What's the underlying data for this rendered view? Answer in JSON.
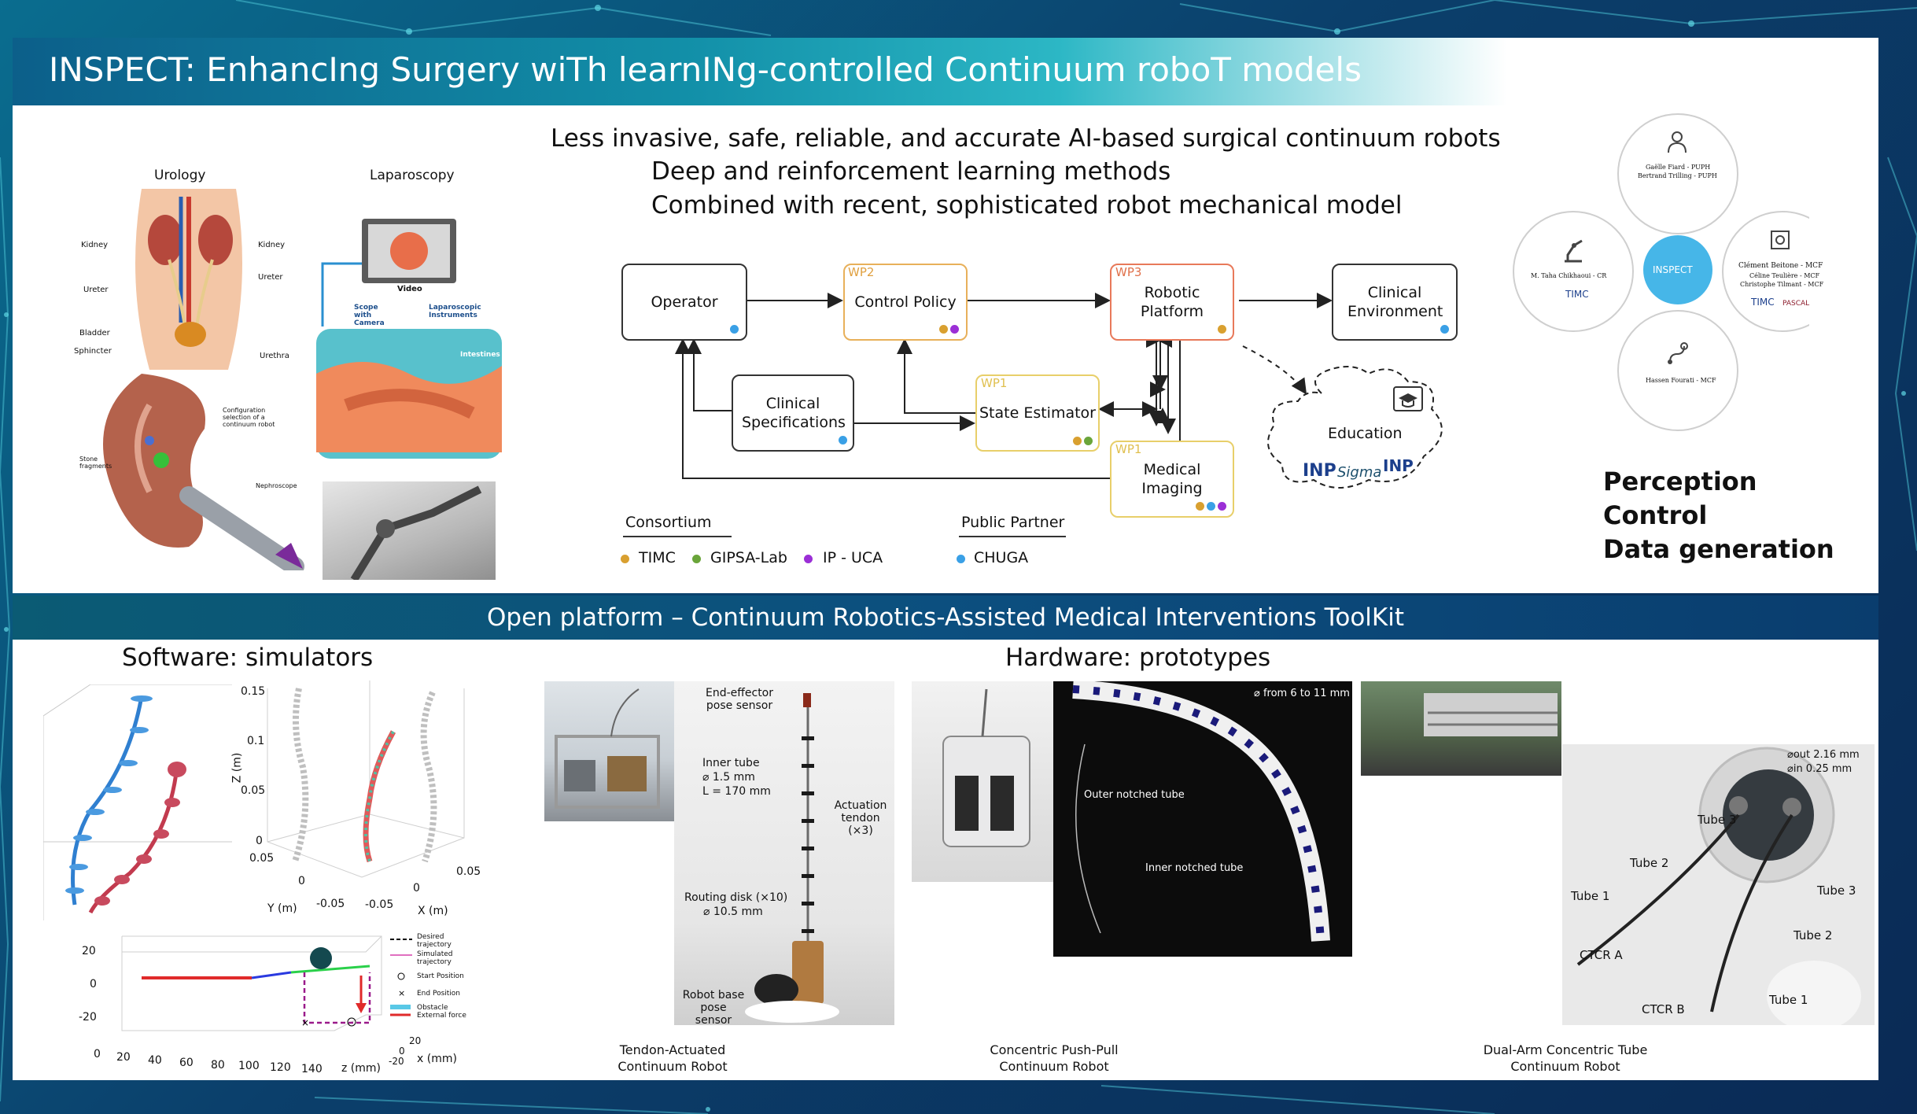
{
  "title": "INSPECT: EnhancIng Surgery wiTh learnINg-controlled Continuum roboT models",
  "figures": {
    "urology_label": "Urology",
    "laparoscopy_label": "Laparoscopy",
    "kidney_left": "Kidney",
    "kidney_right": "Kidney",
    "ureter_left": "Ureter",
    "ureter_right": "Ureter",
    "bladder": "Bladder",
    "sphincter": "Sphincter",
    "urethra": "Urethra",
    "config_note": "Configuration selection of a continuum robot",
    "stone_fragments": "Stone fragments",
    "nephroscope": "Nephroscope",
    "video": "Video",
    "scope_camera": "Scope with Camera",
    "lap_instruments": "Laparoscopic Instruments",
    "intestines": "Intestines"
  },
  "goals": {
    "line1": "Less invasive, safe, reliable, and accurate AI-based surgical continuum robots",
    "line2": "Deep and reinforcement learning methods",
    "line3": "Combined with recent, sophisticated robot mechanical model"
  },
  "diagram": {
    "operator": "Operator",
    "wp2": "WP2",
    "control_policy": "Control Policy",
    "wp3": "WP3",
    "robotic_platform": "Robotic Platform",
    "clinical_environment": "Clinical Environment",
    "clinical_specs": "Clinical Specifications",
    "wp1_state": "WP1",
    "state_estimator": "State Estimator",
    "wp1_imaging": "WP1",
    "medical_imaging": "Medical Imaging",
    "education": "Education",
    "consortium": "Consortium",
    "public_partner": "Public Partner",
    "legend": [
      {
        "label": "TIMC",
        "color": "#d9a030"
      },
      {
        "label": "GIPSA-Lab",
        "color": "#6aa53a"
      },
      {
        "label": "IP - UCA",
        "color": "#9b2fd6"
      },
      {
        "label": "CHUGA",
        "color": "#3aa0e6"
      }
    ],
    "logos": {
      "inp1": "INP",
      "sigma": "Sigma",
      "inp2": "INP"
    }
  },
  "team": {
    "center": "INSPECT",
    "top": {
      "line1": "Gaëlle Fiard - PUPH",
      "line2": "Bertrand Trilling - PUPH"
    },
    "left": {
      "line1": "M. Taha Chikhaoui - CR",
      "logo": "TIMC"
    },
    "right": {
      "line1": "Clément Beitone - MCF",
      "line2": "Céline Teulière - MCF",
      "line3": "Christophe Tilmant - MCF",
      "logo1": "TIMC",
      "logo2": "PASCAL"
    },
    "bottom": {
      "line1": "Hassen Fourati - MCF"
    }
  },
  "keywords": [
    "Perception",
    "Control",
    "Data generation"
  ],
  "section_title": "Open platform – Continuum Robotics-Assisted Medical Interventions ToolKit",
  "software_title": "Software: simulators",
  "hardware_title": "Hardware: prototypes",
  "plot3d": {
    "z_label": "Z (m)",
    "z_ticks": [
      "0.15",
      "0.1",
      "0.05",
      "0"
    ],
    "y_label": "Y (m)",
    "y_ticks": [
      "0.05",
      "0",
      "-0.05"
    ],
    "x_label": "X (m)",
    "x_ticks": [
      "-0.05",
      "0",
      "0.05"
    ]
  },
  "plot_traj": {
    "y_ticks": [
      "20",
      "0",
      "-20"
    ],
    "z_ticks": [
      "0",
      "20",
      "40",
      "60",
      "80",
      "100",
      "120",
      "140"
    ],
    "z_label": "z (mm)",
    "x_label": "x (mm)",
    "x_ticks": [
      "20",
      "0",
      "-20"
    ],
    "legend": [
      "Desired trajectory",
      "Simulated trajectory",
      "Start Position",
      "End Position",
      "Obstacle",
      "External force"
    ]
  },
  "proto1": {
    "end_effector": "End-effector pose sensor",
    "inner_tube": "Inner tube",
    "inner_d": "⌀ 1.5 mm",
    "inner_l": "L = 170 mm",
    "actuation": "Actuation tendon (×3)",
    "routing": "Routing disk (×10)",
    "routing_d": "⌀ 10.5 mm",
    "base": "Robot base pose sensor",
    "caption": "Tendon-Actuated Continuum Robot"
  },
  "proto2": {
    "range": "⌀ from 6 to 11 mm",
    "outer": "Outer notched tube",
    "inner": "Inner notched tube",
    "caption": "Concentric Push-Pull Continuum Robot"
  },
  "proto3": {
    "d_out": "⌀out 2.16 mm",
    "d_in": "⌀in  0.25 mm",
    "tube3a": "Tube 3",
    "tube2a": "Tube 2",
    "tube1a": "Tube 1",
    "ctcra": "CTCR A",
    "tube3b": "Tube 3",
    "tube2b": "Tube 2",
    "tube1b": "Tube 1",
    "ctcrb": "CTCR B",
    "caption": "Dual-Arm Concentric Tube Continuum Robot"
  }
}
